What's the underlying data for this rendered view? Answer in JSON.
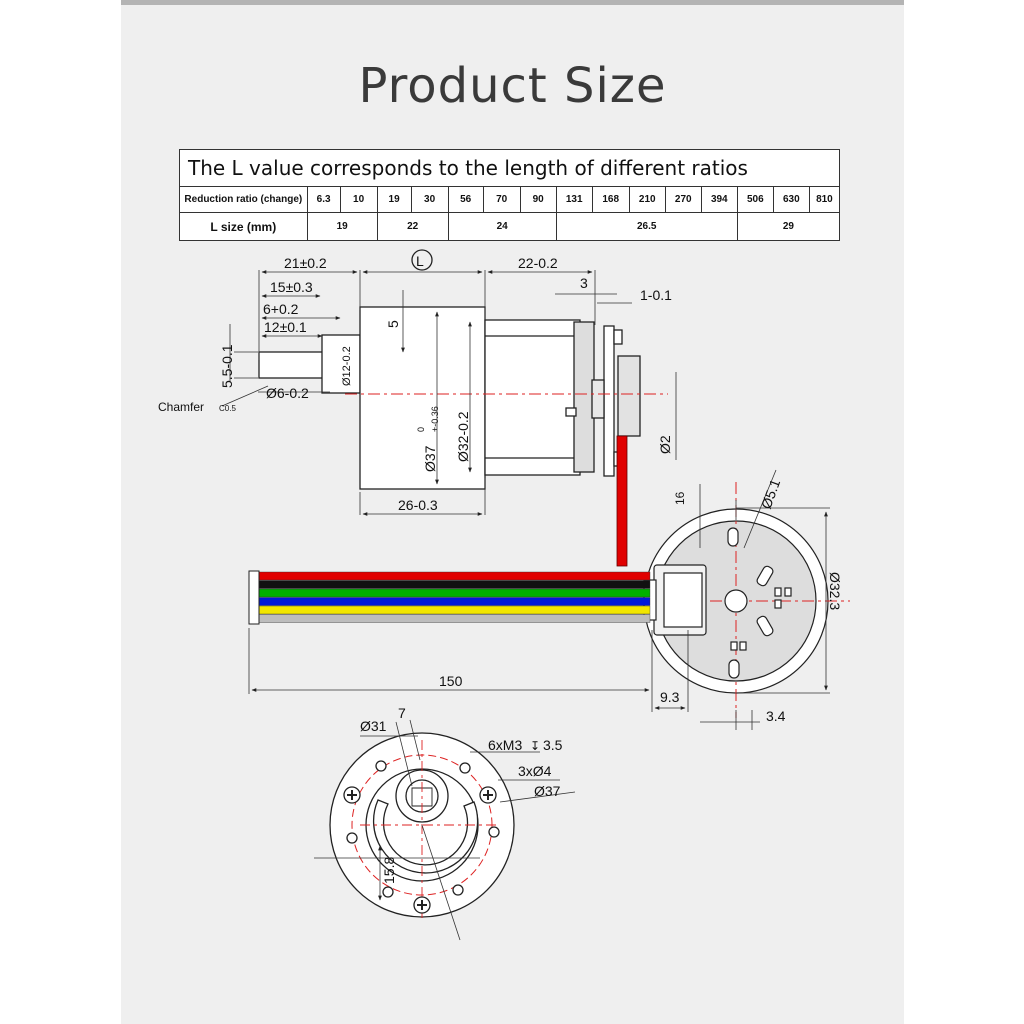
{
  "title": "Product Size",
  "table": {
    "caption": "The L value corresponds to the length of different ratios",
    "ratio_label": "Reduction ratio (change)",
    "ratios": [
      "6.3",
      "10",
      "19",
      "30",
      "56",
      "70",
      "90",
      "131",
      "168",
      "210",
      "270",
      "394",
      "506",
      "630",
      "810"
    ],
    "size_label": "L size (mm)",
    "sizes": [
      {
        "span": 2,
        "value": "19"
      },
      {
        "span": 2,
        "value": "22"
      },
      {
        "span": 3,
        "value": "24"
      },
      {
        "span": 5,
        "value": "26.5"
      },
      {
        "span": 3,
        "value": "29"
      }
    ]
  },
  "dimensions": {
    "d21": "21±0.2",
    "d15": "15±0.3",
    "d6": "6+0.2",
    "d12": "12±0.1",
    "L": "L",
    "d22": "22-0.2",
    "d3": "3",
    "d1": "1-0.1",
    "d5": "5",
    "d55": "5.5-0.1",
    "dia12": "Ø12-0.2",
    "dia6": "Ø6-0.2",
    "chamfer": "Chamfer",
    "chamfer_val": "C0.5",
    "dia37": "Ø37",
    "dia37_tol": "+-0.36",
    "dia37_upper": "0",
    "dia32": "Ø32-0.2",
    "d2": "Ø2",
    "d26": "26-0.3",
    "d16": "16",
    "dia51": "Ø5.1",
    "dia323": "Ø32.3",
    "d150": "150",
    "d93": "9.3",
    "d34": "3.4",
    "dia31": "Ø31",
    "d7": "7",
    "m3": "6xM3",
    "m3_depth": "3.5",
    "holes": "3xØ4",
    "dia37b": "Ø37",
    "d158": "15.8"
  },
  "wire_colors": [
    "#e00000",
    "#111111",
    "#00b000",
    "#0018d8",
    "#f2e600",
    "#bdbdbd"
  ]
}
